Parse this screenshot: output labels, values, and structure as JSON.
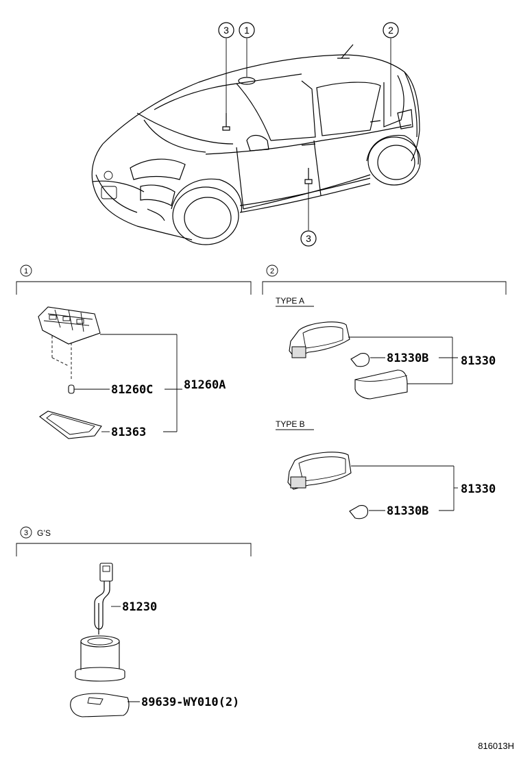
{
  "diagram": {
    "callouts_top": [
      "3",
      "1",
      "2",
      "3"
    ],
    "section1": {
      "marker": "1",
      "parts": {
        "p81260A": "81260A",
        "p81260C": "81260C",
        "p81363": "81363"
      }
    },
    "section2": {
      "marker": "2",
      "type_a_label": "TYPE A",
      "type_b_label": "TYPE B",
      "type_a_parts": {
        "bulb": "81330B",
        "assy": "81330"
      },
      "type_b_parts": {
        "bulb": "81330B",
        "assy": "81330"
      }
    },
    "section3": {
      "marker": "3",
      "title": "G’S",
      "parts": {
        "p81230": "81230",
        "p89639": "89639-WY010(2)"
      }
    },
    "figure_code": "816013H"
  }
}
